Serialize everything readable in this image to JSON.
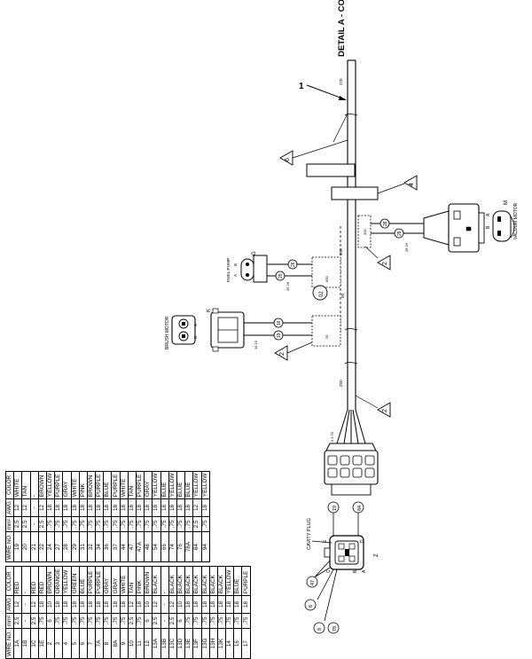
{
  "title": "DETAIL A - CONTINUED",
  "callouts": {
    "item1": "1",
    "ref6": "6",
    "ref4": "4",
    "ref2a": "2",
    "ref2b": "2",
    "ref2c": "2",
    "ref02": "02"
  },
  "components": {
    "vacuum_motor": {
      "name": "VACUUM MOTOR",
      "letter": "M",
      "pin_a": "A",
      "pin_b": "B"
    },
    "brush_motor": {
      "name": "BRUSH MOTOR",
      "letter": "K",
      "pin_a": "A",
      "pin_b": "B"
    },
    "fuel_pump": {
      "name": "FUEL PUMP",
      "letter": "G",
      "pin_a": "A",
      "pin_b": "B"
    },
    "cavity_plug": {
      "name": "CAVITY PLUG",
      "letter": "Z",
      "pin_e": "E",
      "pin_d": "D",
      "pin_c": "C",
      "pin_b": "B",
      "pin_a": "A"
    }
  },
  "wire_markers": {
    "vac_upper": "28",
    "vac_lower": "29",
    "brush_upper": "16",
    "brush_lower": "19",
    "fuel_upper": "26",
    "fuel_lower": "25",
    "plug_top_left": "19",
    "plug_top_right": "84",
    "plug_left_1": "8",
    "plug_left_2": "47",
    "plug_left_3": "6",
    "plug_left_4": "78"
  },
  "dimension_labels": {
    "d270": "270",
    "d600": "600",
    "d300": "300",
    "d50": "50",
    "d250": "250",
    "d25": "25",
    "dim_vac": "28 29",
    "dim_fuel": "25 26",
    "dim_brush": "16 19",
    "dim_conn": "5 6 75"
  },
  "table_headers": {
    "wire": "WIRE NO.",
    "mm2": "mm²",
    "awg": "AWG",
    "color": "COLOR"
  },
  "table_left": [
    [
      "1A",
      "2.5",
      "12",
      "RED"
    ],
    [
      "1B",
      "-",
      "-",
      "-"
    ],
    [
      "1C",
      "2.5",
      "12",
      "RED"
    ],
    [
      "1E",
      ".75",
      "18",
      "RED"
    ],
    [
      "2",
      "6",
      "10",
      "BROWN"
    ],
    [
      "3",
      ".75",
      "18",
      "ORANGE"
    ],
    [
      "4",
      ".75",
      "18",
      "YELLOW"
    ],
    [
      "5",
      ".75",
      "18",
      "GREEN"
    ],
    [
      "6",
      ".75",
      "18",
      "BLUE"
    ],
    [
      "7",
      ".75",
      "18",
      "PURPLE"
    ],
    [
      "7A",
      ".75",
      "18",
      "PURPLE"
    ],
    [
      "8",
      ".75",
      "18",
      "GRAY"
    ],
    [
      "8A",
      ".75",
      "18",
      "GRAY"
    ],
    [
      "9",
      ".75",
      "18",
      "WHITE"
    ],
    [
      "10",
      "2.5",
      "12",
      "TAN"
    ],
    [
      "11",
      ".75",
      "18",
      "PINK"
    ],
    [
      "12",
      "6",
      "10",
      "BROWN"
    ],
    [
      "13A",
      "2.5",
      "12",
      "BLACK"
    ],
    [
      "13B",
      "-",
      "-",
      "-"
    ],
    [
      "13C",
      "2.5",
      "12",
      "BLACK"
    ],
    [
      "13D",
      "6",
      "10",
      "BLACK"
    ],
    [
      "13E",
      ".75",
      "18",
      "BLACK"
    ],
    [
      "13F",
      ".75",
      "18",
      "BLACK"
    ],
    [
      "13G",
      ".75",
      "18",
      "BLACK"
    ],
    [
      "13H",
      ".75",
      "18",
      "BLACK"
    ],
    [
      "13K",
      ".75",
      "18",
      "BLACK"
    ],
    [
      "14",
      ".75",
      "18",
      "YELLOW"
    ],
    [
      "16",
      ".75",
      "18",
      "BLUE"
    ],
    [
      "17",
      ".75",
      "18",
      "PURPLE"
    ]
  ],
  "table_right": [
    [
      "19",
      "2.5",
      "12",
      "WHITE"
    ],
    [
      "20",
      "2.5",
      "12",
      "TAN"
    ],
    [
      "21",
      "-",
      "-",
      "-"
    ],
    [
      "22",
      "2.5",
      "12",
      "BROWN"
    ],
    [
      "24",
      ".75",
      "18",
      "YELLOW"
    ],
    [
      "27",
      ".75",
      "18",
      "PURPLE"
    ],
    [
      "28",
      ".75",
      "18",
      "GRAY"
    ],
    [
      "29",
      ".75",
      "18",
      "WHITE"
    ],
    [
      "31",
      ".75",
      "18",
      "PINK"
    ],
    [
      "32",
      ".75",
      "18",
      "BROWN"
    ],
    [
      "34",
      ".75",
      "18",
      "PURPLE"
    ],
    [
      "36",
      ".75",
      "18",
      "BLUE"
    ],
    [
      "37",
      ".75",
      "18",
      "PURPLE"
    ],
    [
      "44",
      ".75",
      "18",
      "WHITE"
    ],
    [
      "47",
      ".75",
      "18",
      "TAN"
    ],
    [
      "47A",
      ".75",
      "18",
      "PURPLE"
    ],
    [
      "48",
      ".75",
      "18",
      "GRAY"
    ],
    [
      "54",
      ".75",
      "18",
      "YELLOW"
    ],
    [
      "66",
      ".75",
      "18",
      "BLUE"
    ],
    [
      "74",
      ".75",
      "18",
      "YELLOW"
    ],
    [
      "76",
      ".75",
      "18",
      "BLUE"
    ],
    [
      "78A",
      ".75",
      "18",
      "BLUE"
    ],
    [
      "84",
      "2.5",
      "12",
      "YELLOW"
    ],
    [
      "94",
      ".75",
      "18",
      "YELLOW"
    ]
  ]
}
